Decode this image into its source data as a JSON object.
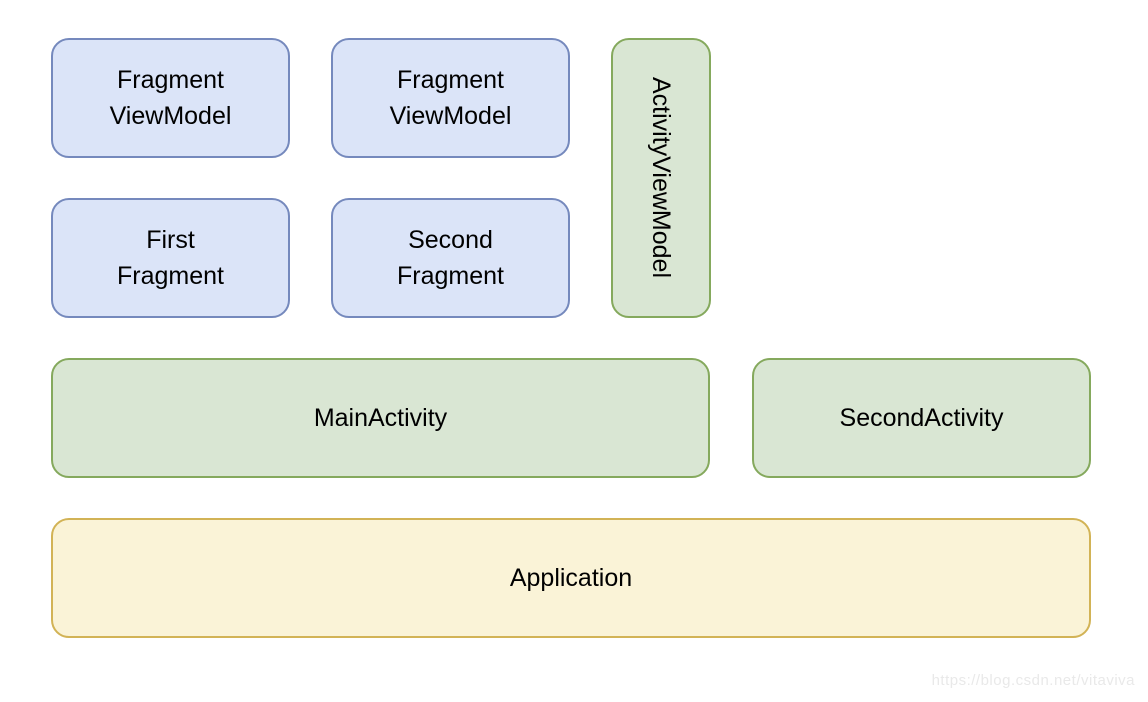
{
  "diagram": {
    "fragment_viewmodel_1": "Fragment\nViewModel",
    "fragment_viewmodel_2": "Fragment\nViewModel",
    "activity_viewmodel": "ActivityViewModel",
    "first_fragment": "First\nFragment",
    "second_fragment": "Second\nFragment",
    "main_activity": "MainActivity",
    "second_activity": "SecondActivity",
    "application": "Application"
  },
  "watermark": {
    "text": "https://blog.csdn.net/vitaviva",
    "color": "#e9e9e9"
  },
  "colors": {
    "background": "#ffffff",
    "blue_fill": "#dbe4f8",
    "blue_stroke": "#7589bd",
    "green_fill": "#d9e6d3",
    "green_stroke": "#85a95d",
    "yellow_fill": "#faf3d7",
    "yellow_stroke": "#d2b356",
    "text": "#000000"
  }
}
